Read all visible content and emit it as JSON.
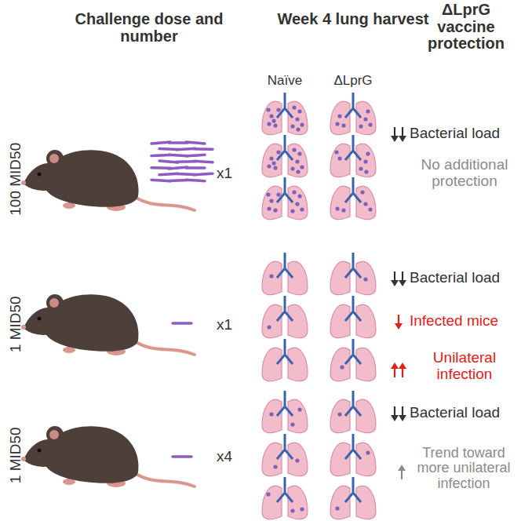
{
  "diagram": {
    "labels": [
      "Challenge dose and number",
      "Week 4 lung harvest",
      "ΔLprG vaccine protection",
      "Naïve",
      "ΔLprG",
      "100 MID50",
      "x1",
      "Bacterial load",
      "No additional protection",
      "1 MID50",
      "x1",
      "Bacterial load",
      "Infected mice",
      "Unilateral infection",
      "1 MID50",
      "x4",
      "Bacterial load",
      "Trend toward more unilateral infection"
    ]
  }
}
